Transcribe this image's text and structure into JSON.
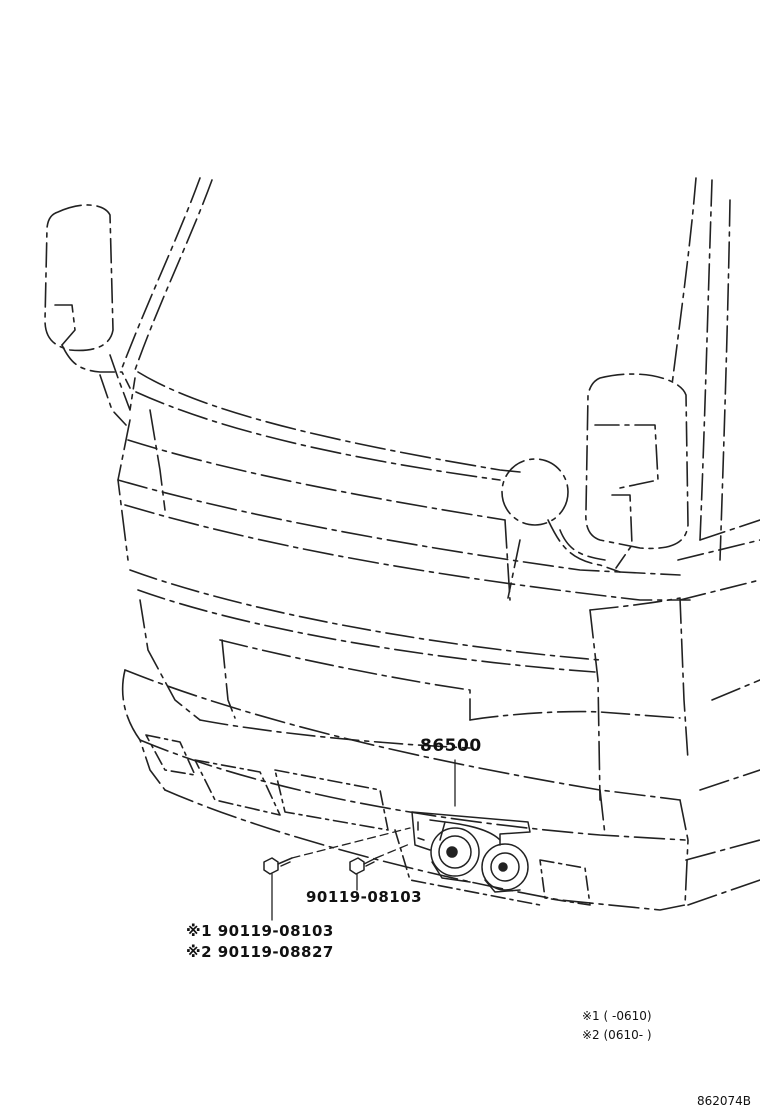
{
  "callouts": {
    "horn": "86500",
    "bolt_right": "90119-08103",
    "bolt_left_1": "※1 90119-08103",
    "bolt_left_2": "※2 90119-08827"
  },
  "notes": {
    "note1": "※1 (      -0610)",
    "note2": "※2 (0610-      )"
  },
  "diagram_code": "862074B"
}
